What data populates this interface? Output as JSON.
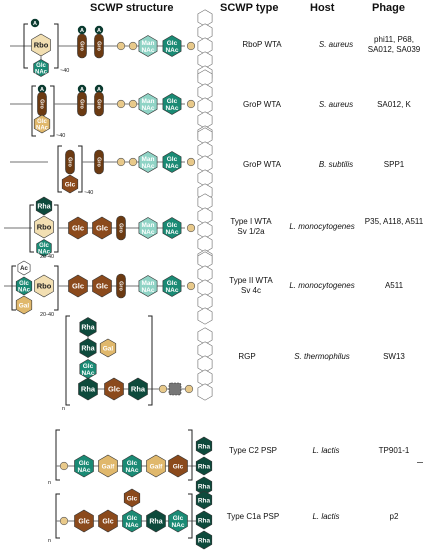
{
  "headers": {
    "structure": "SCWP structure",
    "type": "SCWP type",
    "host": "Host",
    "phage": "Phage"
  },
  "rows": [
    {
      "type": "RboP WTA",
      "host": "S. aureus",
      "phage": "phi11, P68, SA012, SA039"
    },
    {
      "type": "GroP WTA",
      "host": "S. aureus",
      "phage": "SA012, K"
    },
    {
      "type": "GroP WTA",
      "host": "B. subtilis",
      "phage": "SPP1"
    },
    {
      "type": "Type I WTA Sv 1/2a",
      "host": "L. monocytogenes",
      "phage": "P35, A118, A511"
    },
    {
      "type": "Type II WTA Sv 4c",
      "host": "L. monocytogenes",
      "phage": "A511"
    },
    {
      "type": "RGP",
      "host": "S. thermophilus",
      "phage": "SW13"
    },
    {
      "type": "Type C2 PSP",
      "host": "L. lactis",
      "phage": "TP901-1"
    },
    {
      "type": "Type C1a PSP",
      "host": "L. lactis",
      "phage": "p2"
    }
  ],
  "sugar_labels": {
    "rbo": "Rbo",
    "gro": "Gro",
    "glc": "Glc",
    "glcnac": "Glc NAc",
    "mannac": "Man NAc",
    "rha": "Rha",
    "gal": "Gal",
    "galf": "Galf",
    "a": "A",
    "ac": "Ac"
  },
  "repeat_labels": {
    "r1": "~40",
    "r2": "~40",
    "r3": "~40",
    "r4": "20-40",
    "r5": "20-40",
    "r6": "n",
    "r7": "n",
    "r8": "n"
  },
  "colors": {
    "glcnac": "#1a8a74",
    "mannac": "#8fd3c5",
    "glc": "#8b4a1c",
    "gro": "#6b3a12",
    "rbo": "#f2dfb2",
    "gal": "#e0b86c",
    "rha": "#0e4a3c",
    "bead": "#e8c98a",
    "link": "#707070"
  }
}
